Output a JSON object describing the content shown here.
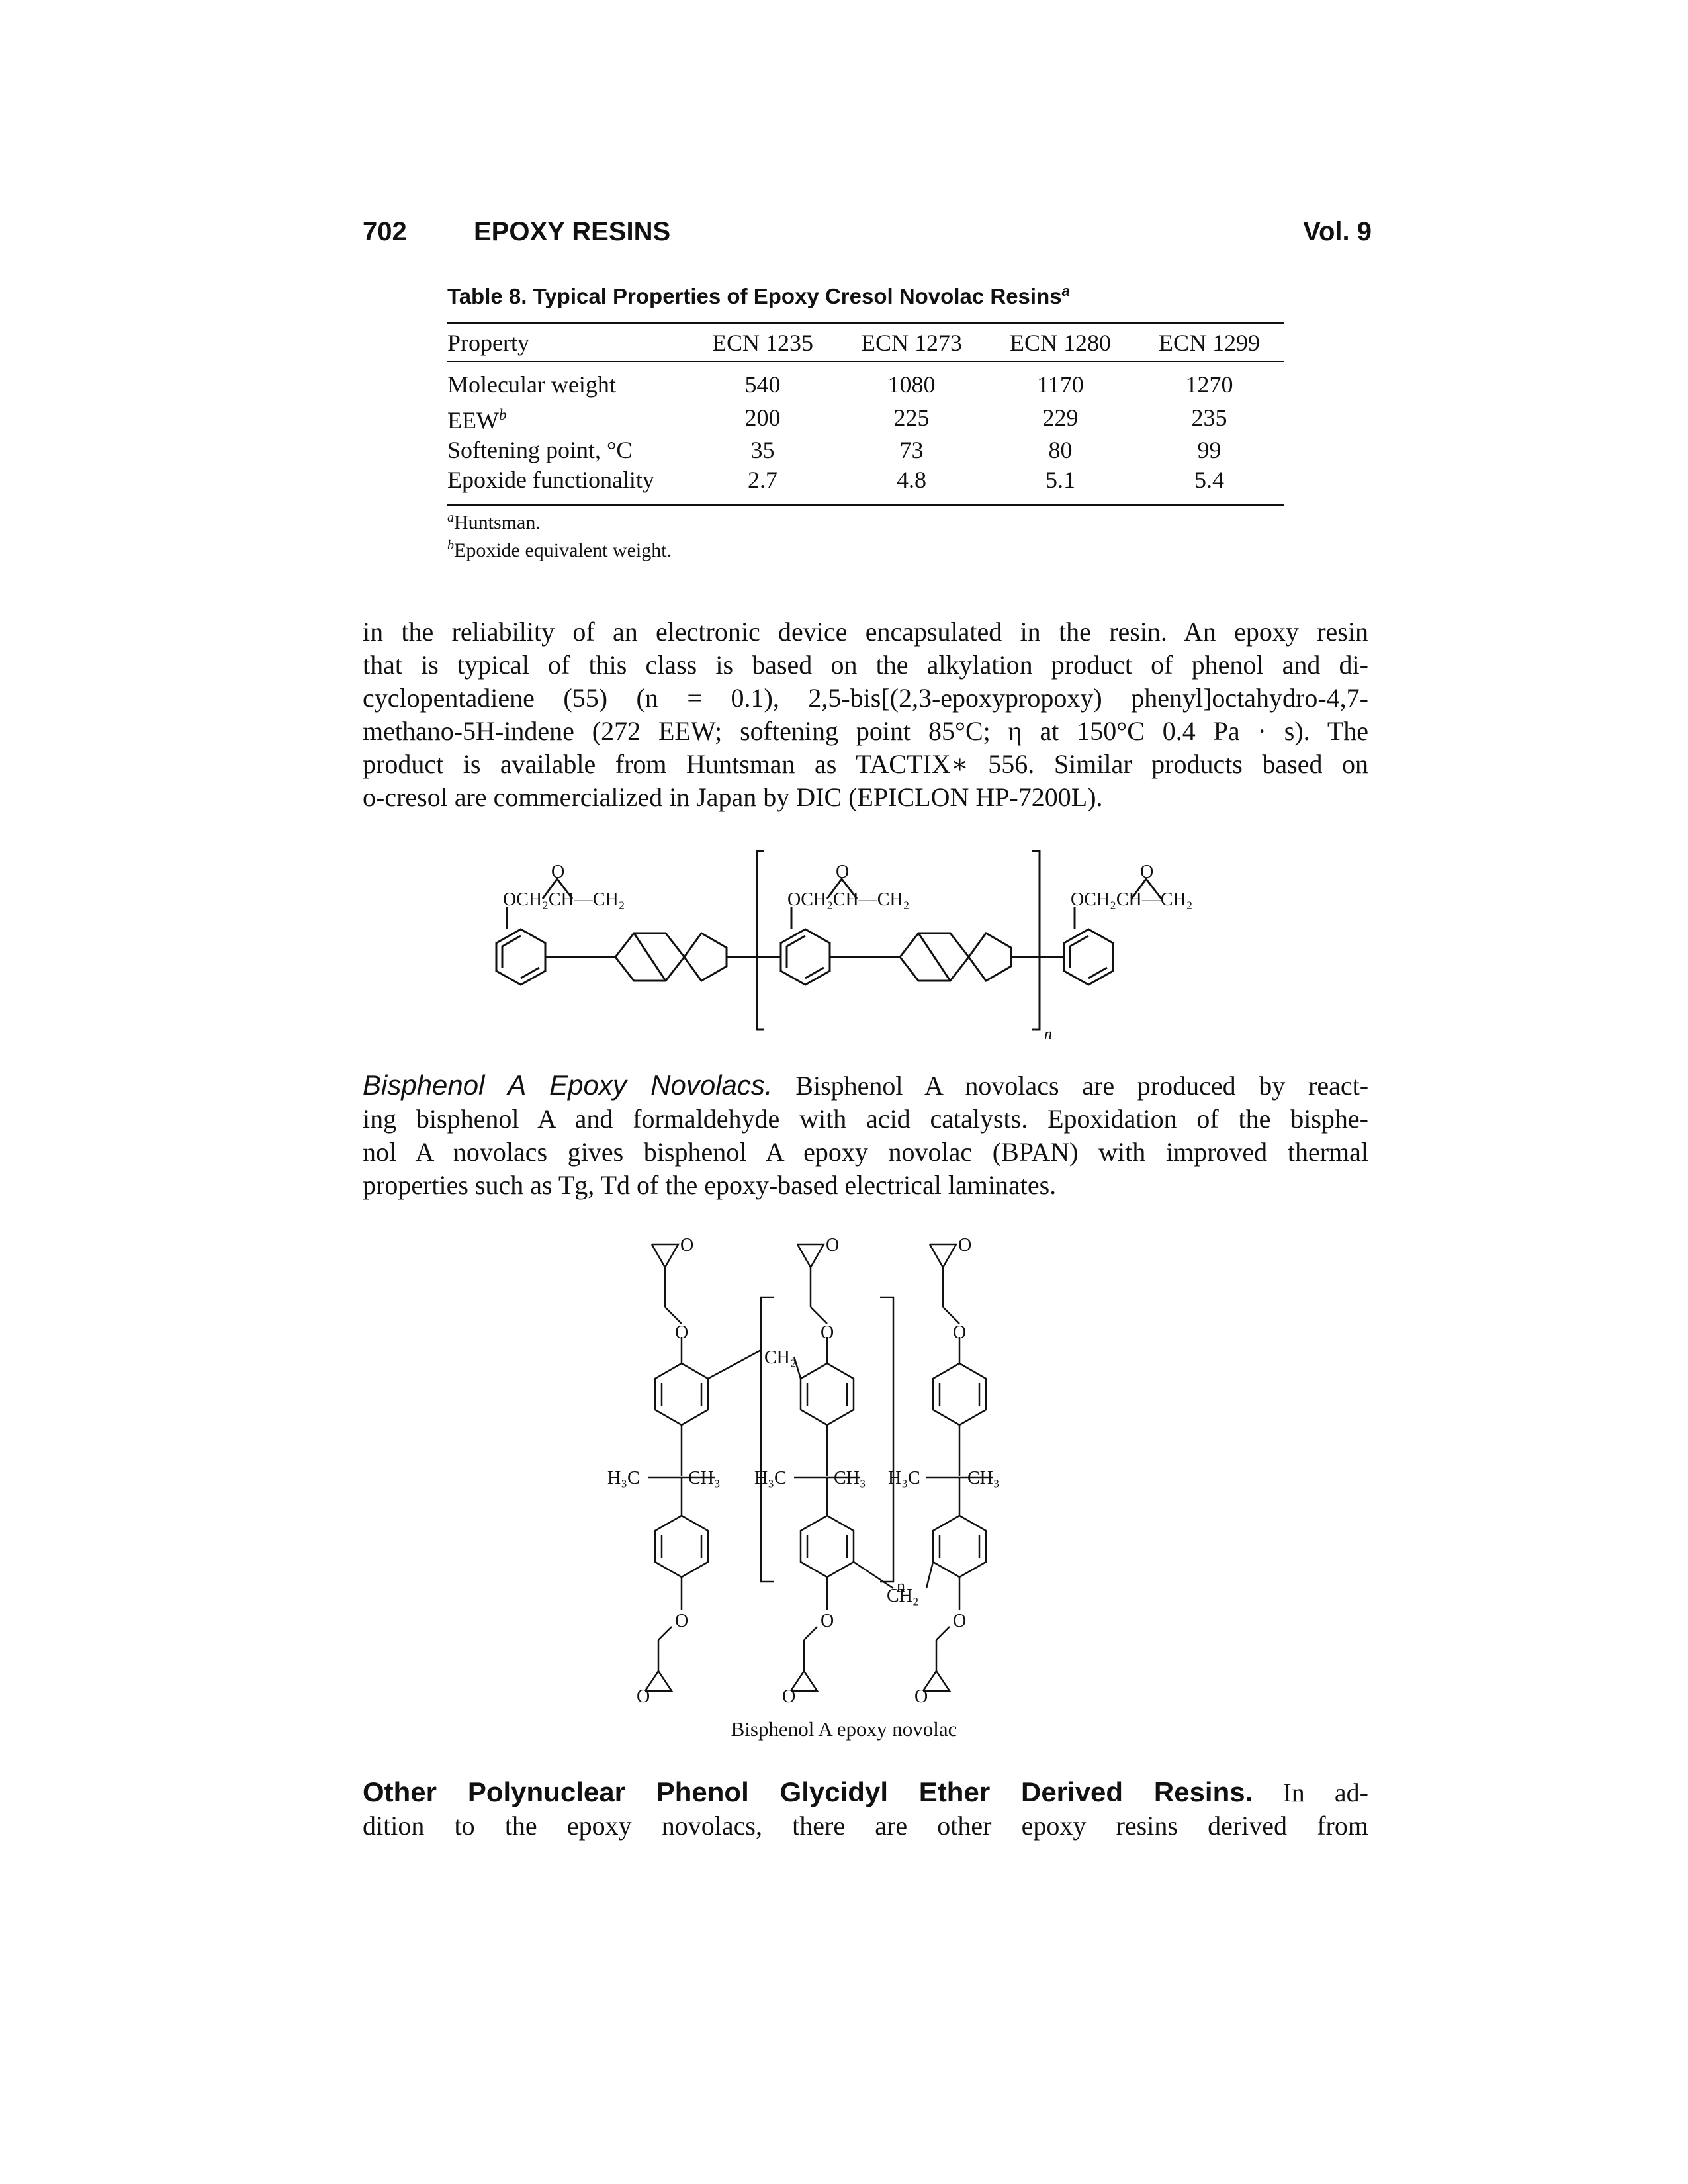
{
  "header": {
    "page_number": "702",
    "section_title": "EPOXY RESINS",
    "volume": "Vol. 9"
  },
  "table": {
    "caption": "Table 8. Typical Properties of Epoxy Cresol Novolac Resins",
    "caption_mark": "a",
    "columns": [
      "Property",
      "ECN 1235",
      "ECN 1273",
      "ECN 1280",
      "ECN 1299"
    ],
    "rows": [
      {
        "property": "Molecular weight",
        "mark": "",
        "values": [
          "540",
          "1080",
          "1170",
          "1270"
        ]
      },
      {
        "property": "EEW",
        "mark": "b",
        "values": [
          "200",
          "225",
          "229",
          "235"
        ]
      },
      {
        "property": "Softening point, °C",
        "mark": "",
        "values": [
          "35",
          "73",
          "80",
          "99"
        ]
      },
      {
        "property": "Epoxide functionality",
        "mark": "",
        "values": [
          "2.7",
          "4.8",
          "5.1",
          "5.4"
        ]
      }
    ],
    "footnotes": [
      {
        "mark": "a",
        "text": "Huntsman."
      },
      {
        "mark": "b",
        "text": "Epoxide equivalent weight."
      }
    ]
  },
  "paragraph1": {
    "lines": [
      "in the reliability of an electronic device encapsulated in the resin. An epoxy resin",
      "that is typical of this class is based on the alkylation product of phenol and di-",
      "cyclopentadiene (55) (n = 0.1), 2,5-bis[(2,3-epoxypropoxy) phenyl]octahydro-4,7-",
      "methano-5H-indene (272 EEW; softening point 85°C; η at 150°C 0.4 Pa · s). The",
      "product is available from Huntsman as TACTIX∗ 556. Similar products based on",
      "o-cresol are commercialized in Japan by DIC (EPICLON HP-7200L)."
    ]
  },
  "structure1": {
    "group_label": "OCH₂CH—CH₂",
    "oxygen": "O",
    "repeat_index": "n"
  },
  "paragraph2": {
    "heading": "Bisphenol A Epoxy Novolacs.",
    "lines": [
      "Bisphenol A novolacs are produced by react-",
      "ing bisphenol A and formaldehyde with acid catalysts. Epoxidation of the bisphe-",
      "nol A novolacs gives bisphenol A epoxy novolac (BPAN) with improved thermal",
      "properties such as Tg, Td of the epoxy-based electrical laminates."
    ]
  },
  "structure2": {
    "oxygen": "O",
    "methylene": "CH₂",
    "left_methyl": "H₃C",
    "right_methyl": "CH₃",
    "repeat_index": "n",
    "caption": "Bisphenol A epoxy novolac"
  },
  "paragraph3": {
    "heading": "Other Polynuclear Phenol Glycidyl Ether Derived Resins.",
    "lines": [
      "In ad-",
      "dition to the epoxy novolacs, there are other epoxy resins derived from"
    ]
  }
}
